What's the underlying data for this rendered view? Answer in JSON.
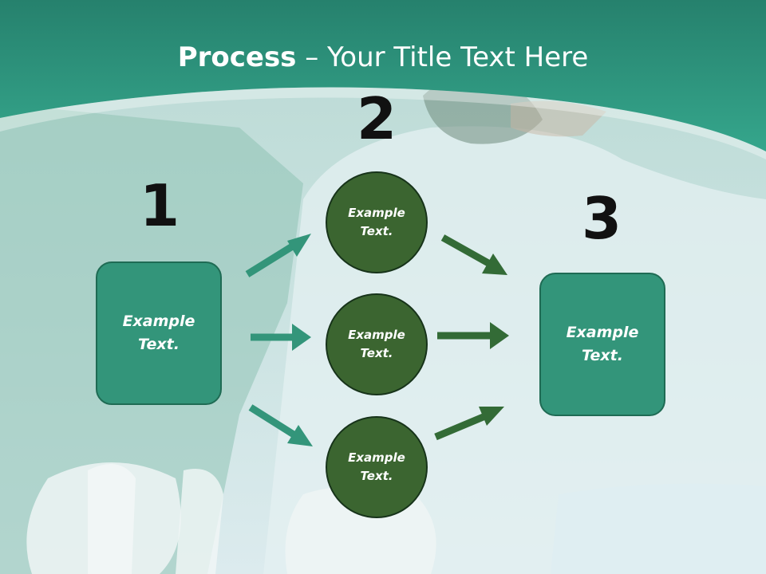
{
  "title": {
    "bold": "Process",
    "rest": " – Your Title Text Here"
  },
  "steps": {
    "one": "1",
    "two": "2",
    "three": "3"
  },
  "nodes": {
    "left": "Example\nText.",
    "top": "Example\nText.",
    "middle": "Example\nText.",
    "bottom": "Example\nText.",
    "right": "Example\nText."
  },
  "colors": {
    "header": "#2a917a",
    "box_fill": "#33957a",
    "circle_fill": "#3b6530",
    "arrow_teal": "#33957a",
    "arrow_green": "#336b36"
  }
}
